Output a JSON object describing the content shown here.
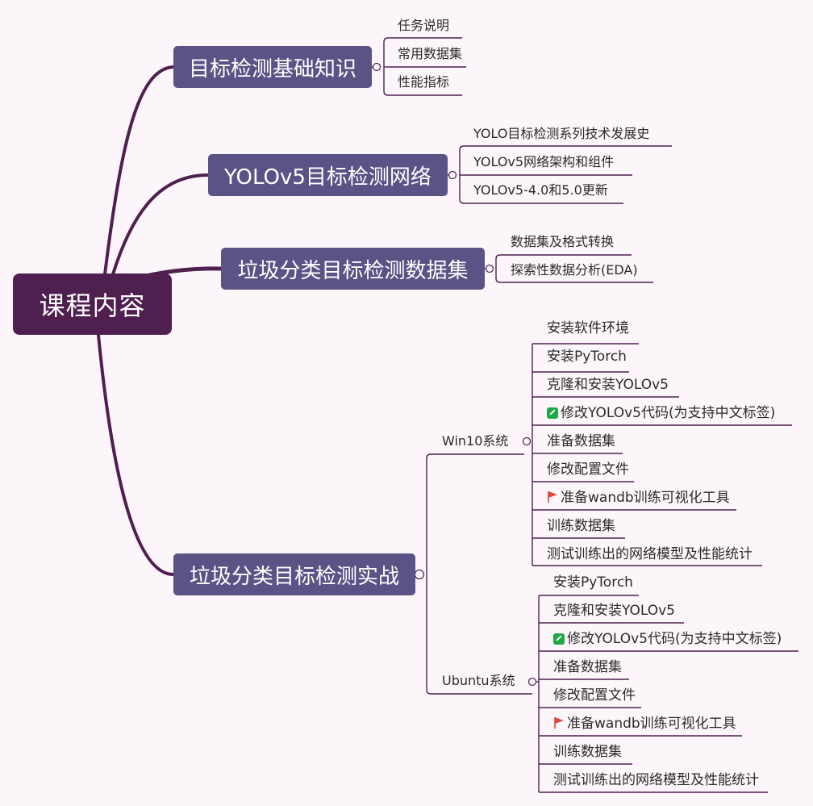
{
  "root": "课程内容",
  "branches": [
    {
      "label": "目标检测基础知识",
      "children": [
        "任务说明",
        "常用数据集",
        "性能指标"
      ]
    },
    {
      "label": "YOLOv5目标检测网络",
      "children": [
        "YOLO目标检测系列技术发展史",
        "YOLOv5网络架构和组件",
        "YOLOv5-4.0和5.0更新"
      ]
    },
    {
      "label": "垃圾分类目标检测数据集",
      "children": [
        "数据集及格式转换",
        "探索性数据分析(EDA)"
      ]
    },
    {
      "label": "垃圾分类目标检测实战",
      "groups": [
        {
          "label": "Win10系统",
          "children": [
            "安装软件环境",
            "安装PyTorch",
            "克隆和安装YOLOv5",
            "修改YOLOv5代码(为支持中文标签)",
            "准备数据集",
            "修改配置文件",
            "准备wandb训练可视化工具",
            "训练数据集",
            "测试训练出的网络模型及性能统计"
          ]
        },
        {
          "label": "Ubuntu系统",
          "children": [
            "安装PyTorch",
            "克隆和安装YOLOv5",
            "修改YOLOv5代码(为支持中文标签)",
            "准备数据集",
            "修改配置文件",
            "准备wandb训练可视化工具",
            "训练数据集",
            "测试训练出的网络模型及性能统计"
          ]
        }
      ]
    }
  ],
  "icons": {
    "edit": "edit-icon",
    "flag": "flag-icon"
  },
  "colors": {
    "root": "#4f1f50",
    "branch": "#5b5285",
    "connector": "#4f1f50",
    "background": "#fcf6fb",
    "edit": "#1fa845",
    "flag": "#e0463b"
  }
}
